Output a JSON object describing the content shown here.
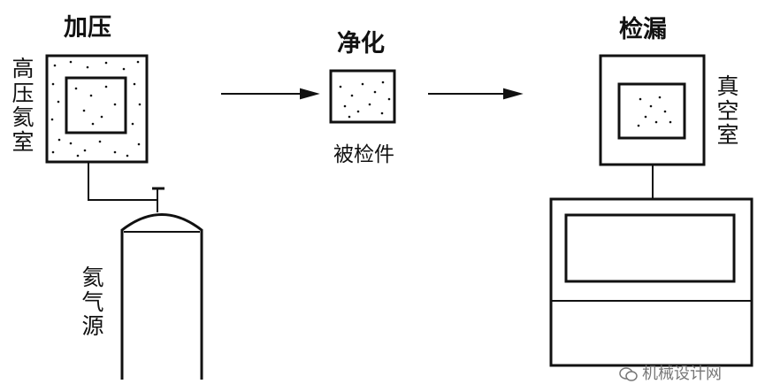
{
  "steps": {
    "pressurize": "加压",
    "purify": "净化",
    "leak_test": "检漏"
  },
  "labels": {
    "high_pressure_helium_chamber": "高压氦室",
    "helium_source": "氦气源",
    "test_piece": "被检件",
    "vacuum_chamber": "真空室"
  },
  "watermark": {
    "text": "机械设计网"
  },
  "colors": {
    "line": "#111111",
    "background": "#ffffff",
    "watermark": "#777777"
  }
}
